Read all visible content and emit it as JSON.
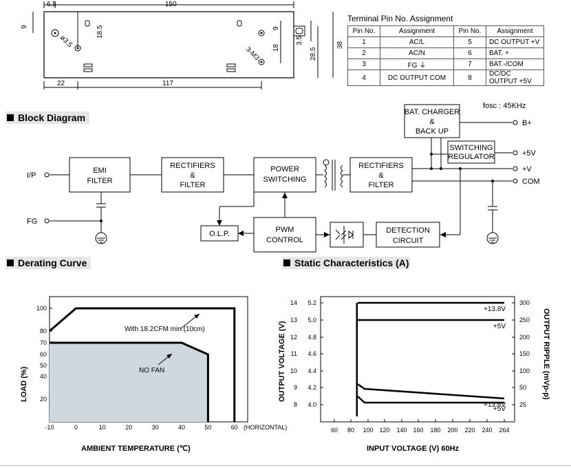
{
  "mechanical": {
    "dims": {
      "d_6_5": "6.5",
      "d_150": "150",
      "d_9_left": "9",
      "d_18_5": "18.5",
      "hole_dia": "ø3.5",
      "screw": "3-M3",
      "d_9_right": "9",
      "d_18": "18",
      "d_3_5": "3.5",
      "d_28_5": "28.5",
      "d_38": "38",
      "d_22": "22",
      "d_117": "117"
    }
  },
  "pin_table": {
    "title": "Terminal Pin No.  Assignment",
    "headers": [
      "Pin No.",
      "Assignment",
      "Pin No.",
      "Assignment"
    ],
    "rows": [
      [
        "1",
        "AC/L",
        "5",
        "DC OUTPUT +V"
      ],
      [
        "2",
        "AC/N",
        "6",
        "BAT. +"
      ],
      [
        "3",
        "FG ⏚",
        "7",
        "BAT.-/COM"
      ],
      [
        "4",
        "DC OUTPUT COM",
        "8",
        "DC/DC OUTPUT +5V"
      ]
    ]
  },
  "block_diagram": {
    "title": "Block Diagram",
    "fosc": "fosc : 45KHz",
    "blocks": {
      "emi": [
        "EMI",
        "FILTER"
      ],
      "rect1": [
        "RECTIFIERS",
        "&",
        "FILTER"
      ],
      "power": [
        "POWER",
        "SWITCHING"
      ],
      "rect2": [
        "RECTIFIERS",
        "&",
        "FILTER"
      ],
      "bat": [
        "BAT. CHARGER",
        "&",
        "BACK UP"
      ],
      "switching_reg": [
        "SWITCHING",
        "REGULATOR"
      ],
      "olp": "O.L.P.",
      "pwm": [
        "PWM",
        "CONTROL"
      ],
      "detection": [
        "DETECTION",
        "CIRCUIT"
      ]
    },
    "terminals": {
      "ip": "I/P",
      "fg": "FG",
      "bplus": "B+",
      "plus5v": "+5V",
      "plusv": "+V",
      "com": "COM"
    }
  },
  "derating": {
    "title": "Derating Curve",
    "chart_data": {
      "type": "line",
      "xlabel": "AMBIENT TEMPERATURE (℃)",
      "ylabel": "LOAD (%)",
      "x_ticks": [
        "-10",
        "0",
        "10",
        "20",
        "30",
        "40",
        "50",
        "60"
      ],
      "x_extra": "(HORIZONTAL)",
      "y_ticks": [
        "20",
        "40",
        "50",
        "60",
        "70",
        "80",
        "100"
      ],
      "xlim": [
        -10,
        65
      ],
      "series": [
        {
          "name": "With 18.2CFM min.(10cm)",
          "points": [
            [
              -10,
              80
            ],
            [
              0,
              100
            ],
            [
              60,
              100
            ],
            [
              60,
              0
            ]
          ]
        },
        {
          "name": "NO FAN",
          "points": [
            [
              -10,
              70
            ],
            [
              40,
              70
            ],
            [
              50,
              60
            ],
            [
              50,
              0
            ]
          ],
          "fill": "#d0d8df"
        }
      ],
      "annotations": [
        "With 18.2CFM min.(10cm)",
        "NO FAN"
      ]
    }
  },
  "static": {
    "title": "Static Characteristics (A)",
    "chart_data": {
      "type": "line",
      "xlabel": "INPUT VOLTAGE (V) 60Hz",
      "ylabel_left": "OUTPUT VOLTAGE (V)",
      "ylabel_right": "OUTPUT RIPPLE (mVp-p)",
      "x_ticks": [
        "60",
        "80",
        "100",
        "120",
        "140",
        "160",
        "180",
        "200",
        "220",
        "240",
        "264"
      ],
      "y_ticks_outer": [
        "8",
        "9",
        "10",
        "11",
        "12",
        "13",
        "14"
      ],
      "y_ticks_inner": [
        "4.0",
        "4.2",
        "4.4",
        "4.6",
        "4.8",
        "5.0",
        "5.2"
      ],
      "y_ticks_right": [
        "25",
        "50",
        "100",
        "150",
        "200",
        "250",
        "300"
      ],
      "series": [
        {
          "name": "+13.8V",
          "kind": "voltage",
          "points": [
            [
              88,
              300
            ],
            [
              264,
              300
            ]
          ]
        },
        {
          "name": "+5V",
          "kind": "voltage",
          "points": [
            [
              88,
              250
            ],
            [
              264,
              250
            ]
          ]
        },
        {
          "name": "+13.8V",
          "kind": "ripple",
          "points": [
            [
              88,
              60
            ],
            [
              96,
              48
            ],
            [
              264,
              34
            ]
          ]
        },
        {
          "name": "+5V",
          "kind": "ripple",
          "points": [
            [
              88,
              37
            ],
            [
              96,
              28
            ],
            [
              264,
              28
            ]
          ]
        }
      ],
      "vertical_line_at": 87
    }
  }
}
